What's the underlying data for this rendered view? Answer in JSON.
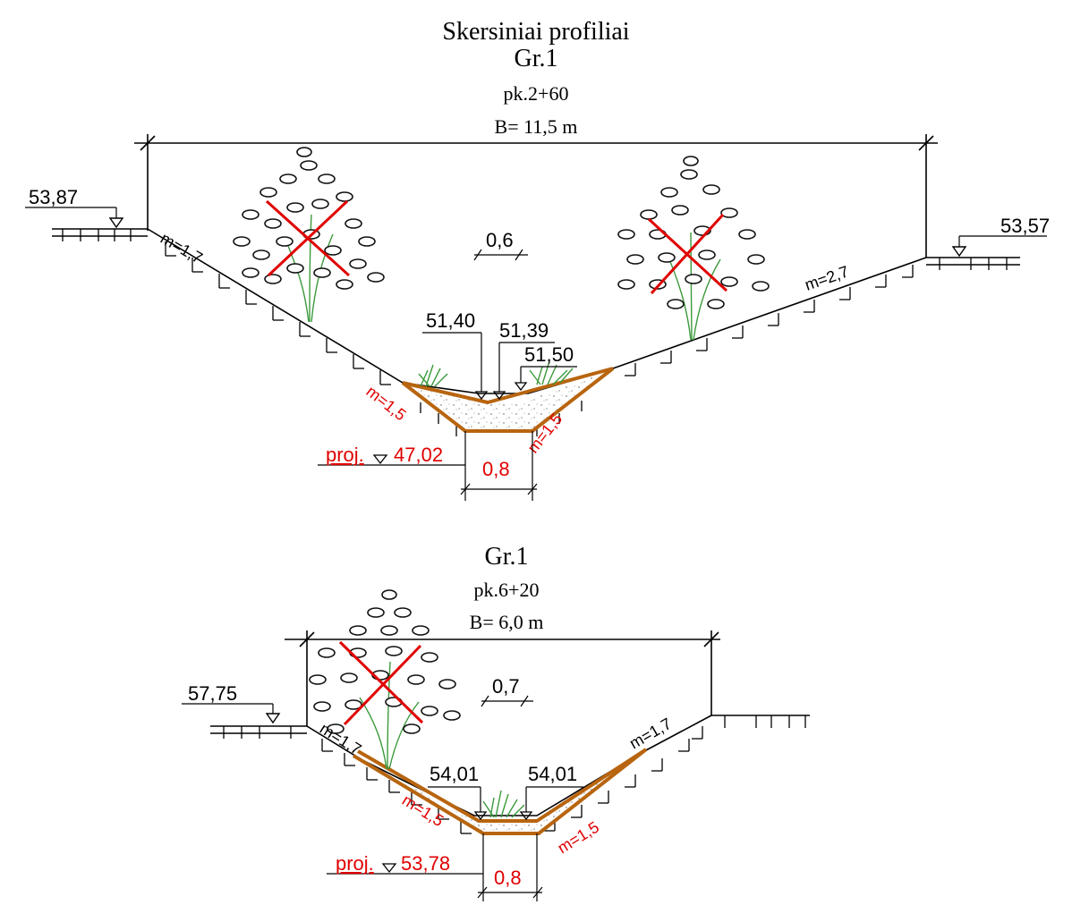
{
  "title": "Skersiniai profiliai",
  "profile1": {
    "group": "Gr.1",
    "station": "pk.2+60",
    "width": "B= 11,5 m",
    "left_elev": "53,87",
    "right_elev": "53,57",
    "slope_left": "m=1,7",
    "slope_right": "m=2,7",
    "depth_mark": "0,6",
    "bottom_elev_1": "51,40",
    "bottom_elev_2": "51,39",
    "bottom_elev_3": "51,50",
    "proj_slope_left": "m=1,5",
    "proj_slope_right": "m=1,5",
    "proj_label": "proj.",
    "proj_elev": "47,02",
    "bottom_width": "0,8"
  },
  "profile2": {
    "group": "Gr.1",
    "station": "pk.6+20",
    "width": "B= 6,0 m",
    "left_elev": "57,75",
    "slope_left": "m=1,7",
    "slope_right": "m=1,7",
    "depth_mark": "0,7",
    "bottom_elev_1": "54,01",
    "bottom_elev_2": "54,01",
    "proj_slope_left": "m=1,5",
    "proj_slope_right": "m=1,5",
    "proj_label": "proj.",
    "proj_elev": "53,78",
    "bottom_width": "0,8"
  },
  "colors": {
    "lining": "#b8650f",
    "removal_mark": "#e00000",
    "design_text": "#e00000",
    "grass": "#3c9a3c"
  }
}
